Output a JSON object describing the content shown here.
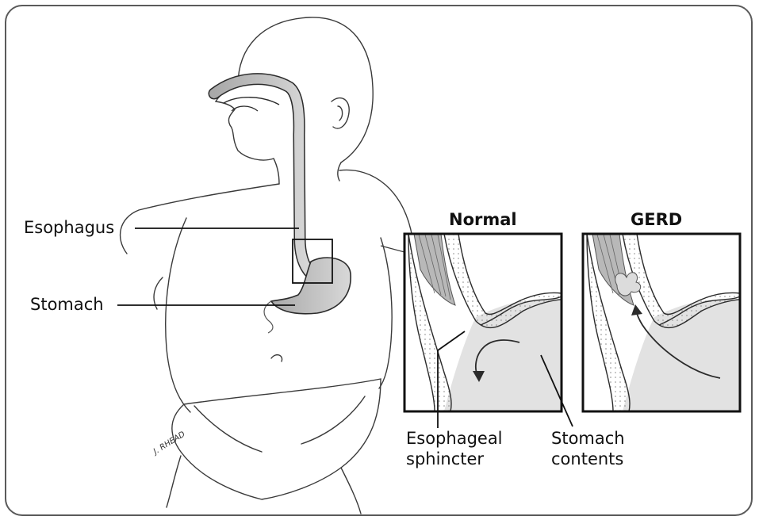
{
  "labels": {
    "esophagus": "Esophagus",
    "stomach": "Stomach",
    "normal": "Normal",
    "gerd": "GERD",
    "sphincter_line1": "Esophageal",
    "sphincter_line2": "sphincter",
    "contents_line1": "Stomach",
    "contents_line2": "contents"
  },
  "signature": "J. RHEAD",
  "colors": {
    "outline": "#2b2b2b",
    "organ_fill": "#b9b9b9",
    "stomach_fill": "#e4e4e4",
    "frame": "#5a5a5a"
  }
}
